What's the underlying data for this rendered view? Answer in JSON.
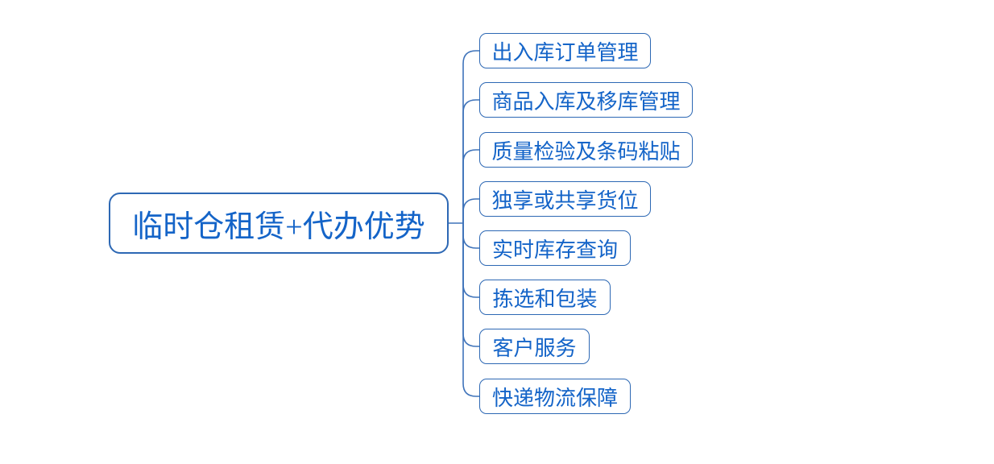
{
  "diagram": {
    "type": "mindmap",
    "root": {
      "label": "临时仓租赁+代办优势"
    },
    "children": [
      {
        "label": "出入库订单管理"
      },
      {
        "label": "商品入库及移库管理"
      },
      {
        "label": "质量检验及条码粘贴"
      },
      {
        "label": "独享或共享货位"
      },
      {
        "label": "实时库存查询"
      },
      {
        "label": "拣选和包装"
      },
      {
        "label": "客户服务"
      },
      {
        "label": "快递物流保障"
      }
    ],
    "colors": {
      "node_border": "#2d68b4",
      "text": "#1464c8",
      "connector": "#3f73ba",
      "background": "#ffffff"
    }
  }
}
